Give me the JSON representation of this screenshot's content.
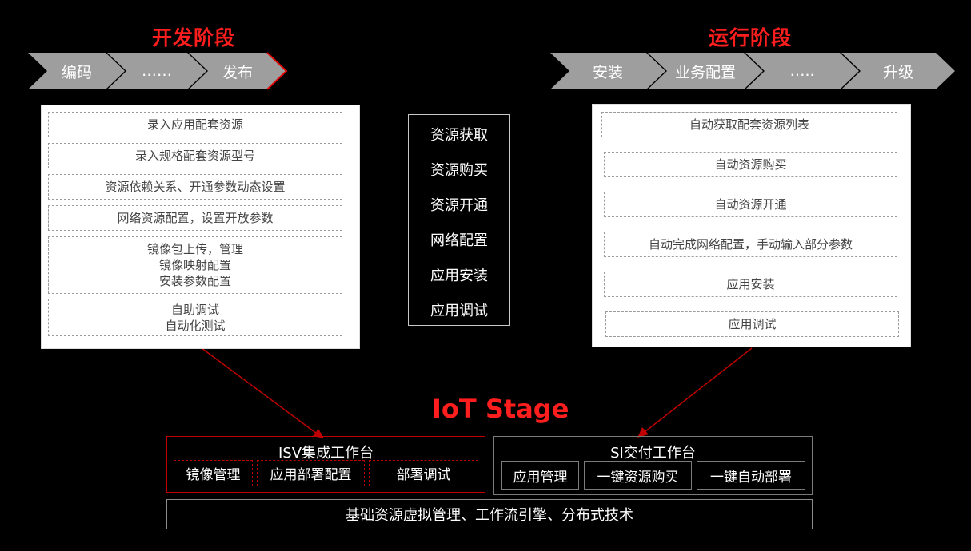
{
  "dev_phase": {
    "title": "开发阶段",
    "steps": [
      "编码",
      "……",
      "发布"
    ],
    "items": [
      [
        "录入应用配套资源"
      ],
      [
        "录入规格配套资源型号"
      ],
      [
        "资源依赖关系、开通参数动态设置"
      ],
      [
        "网络资源配置，设置开放参数"
      ],
      [
        "镜像包上传，管理",
        "镜像映射配置",
        "安装参数配置"
      ],
      [
        "自助调试",
        "自动化测试"
      ]
    ]
  },
  "run_phase": {
    "title": "运行阶段",
    "steps": [
      "安装",
      "业务配置",
      "…..",
      "升级"
    ],
    "items": [
      "自动获取配套资源列表",
      "自动资源购买",
      "自动资源开通",
      "自动完成网络配置，手动输入部分参数",
      "应用安装",
      "应用调试"
    ]
  },
  "center_list": [
    "资源获取",
    "资源购买",
    "资源开通",
    "网络配置",
    "应用安装",
    "应用调试"
  ],
  "iot_stage": {
    "title": "IoT Stage",
    "isv": {
      "title": "ISV集成工作台",
      "items": [
        "镜像管理",
        "应用部署配置",
        "部署调试"
      ]
    },
    "si": {
      "title": "SI交付工作台",
      "items": [
        "应用管理",
        "一键资源购买",
        "一键自动部署"
      ]
    },
    "base": "基础资源虚拟管理、工作流引擎、分布式技术"
  },
  "colors": {
    "accent_red": "#ff1e1e",
    "chevron_grey": "#9e9e9e",
    "background": "#000000"
  }
}
